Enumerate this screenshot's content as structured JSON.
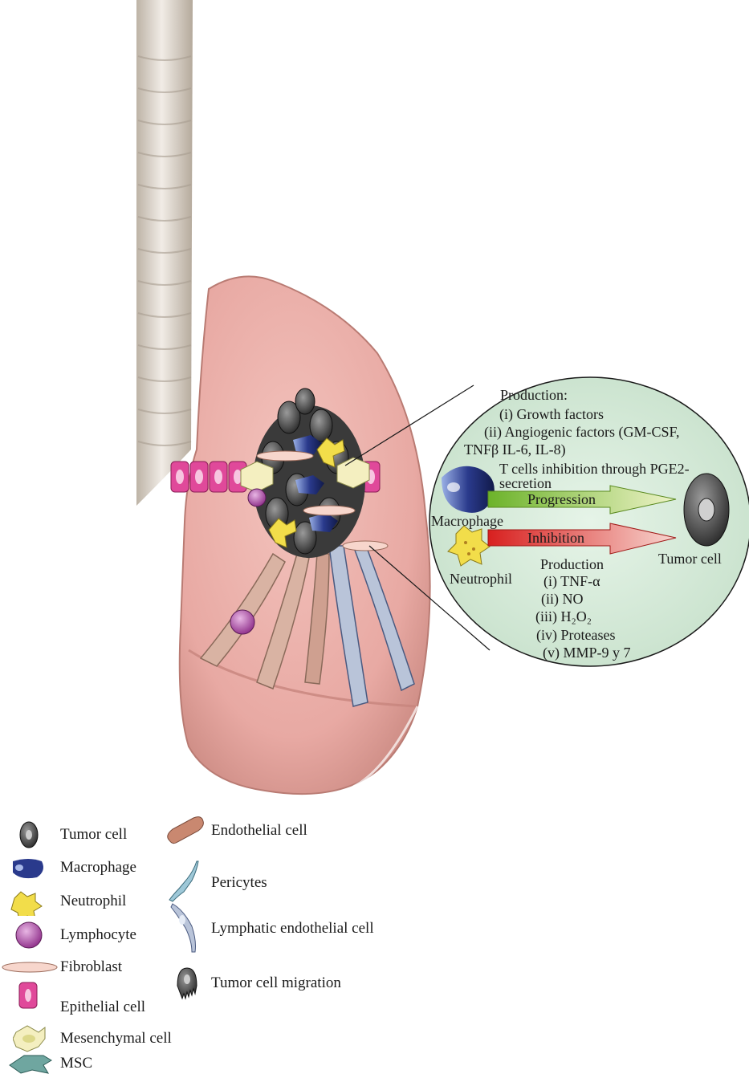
{
  "bubble": {
    "production_title": "Production:",
    "production_items": [
      "(i) Growth factors",
      "(ii) Angiogenic factors (GM-CSF,",
      "TNFβ IL-6, IL-8)"
    ],
    "tcell_line1": "T cells inhibition through PGE2-",
    "tcell_line2": "secretion",
    "progression": "Progression",
    "inhibition": "Inhibition",
    "macrophage": "Macrophage",
    "neutrophil": "Neutrophil",
    "tumor_cell": "Tumor cell",
    "production2_title": "Production",
    "production2_items": [
      "(i) TNF-α",
      "(ii) NO",
      "(iii) H₂O₂",
      "(iv) Proteases",
      "(v) MMP-9 y 7"
    ]
  },
  "legend": {
    "left": [
      {
        "icon": "tumor-cell-icon",
        "label": "Tumor cell"
      },
      {
        "icon": "macrophage-icon",
        "label": "Macrophage"
      },
      {
        "icon": "neutrophil-icon",
        "label": "Neutrophil"
      },
      {
        "icon": "lymphocyte-icon",
        "label": "Lymphocyte"
      },
      {
        "icon": "fibroblast-icon",
        "label": "Fibroblast"
      },
      {
        "icon": "epithelial-cell-icon",
        "label": "Epithelial cell"
      },
      {
        "icon": "mesenchymal-cell-icon",
        "label": "Mesenchymal cell"
      },
      {
        "icon": "msc-icon",
        "label": "MSC"
      }
    ],
    "right": [
      {
        "icon": "endothelial-cell-icon",
        "label": "Endothelial cell"
      },
      {
        "icon": "pericyte-icon",
        "label": "Pericytes"
      },
      {
        "icon": "lymphatic-endothelial-cell-icon",
        "label": "Lymphatic endothelial cell"
      },
      {
        "icon": "tumor-cell-migration-icon",
        "label": "Tumor cell migration"
      }
    ]
  },
  "colors": {
    "lung": "#e8a9a3",
    "bubble": "#d4ead8",
    "progression": "#7cbf3a",
    "inhibition": "#e0302c",
    "epithelial": "#e0499a",
    "macrophage": "#2a3a8c",
    "neutrophil": "#f2dd4a",
    "lymphocyte": "#a13b9b"
  }
}
